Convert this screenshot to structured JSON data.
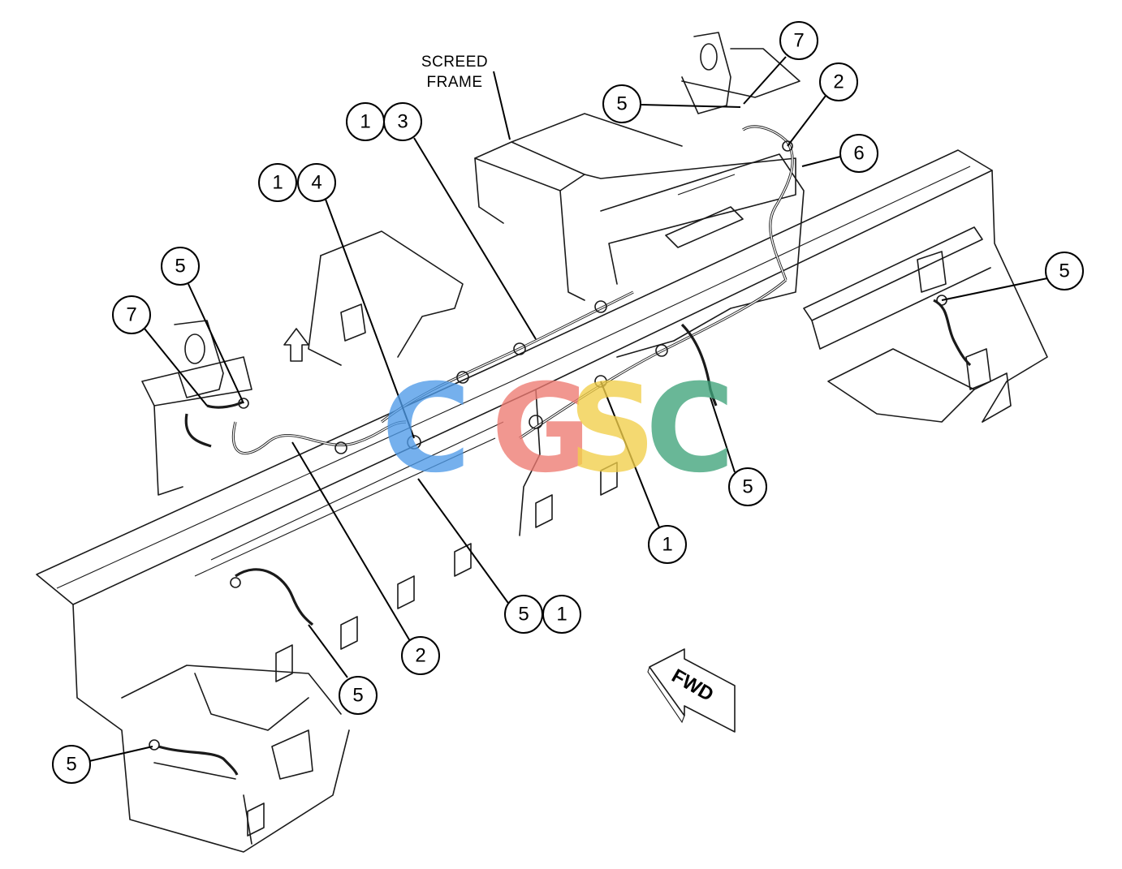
{
  "figure": {
    "frame_label_line1": "SCREED",
    "frame_label_line2": "FRAME",
    "direction_label": "FWD"
  },
  "watermark": {
    "letters": [
      "C",
      "G",
      "S",
      "C"
    ],
    "colors": [
      "#4f9be8",
      "#ee7a72",
      "#f2cf4a",
      "#3fa47a"
    ]
  },
  "callouts": [
    "1",
    "3",
    "1",
    "4",
    "5",
    "7",
    "5",
    "7",
    "2",
    "6",
    "5",
    "5",
    "1",
    "5",
    "1",
    "2",
    "5",
    "5"
  ]
}
